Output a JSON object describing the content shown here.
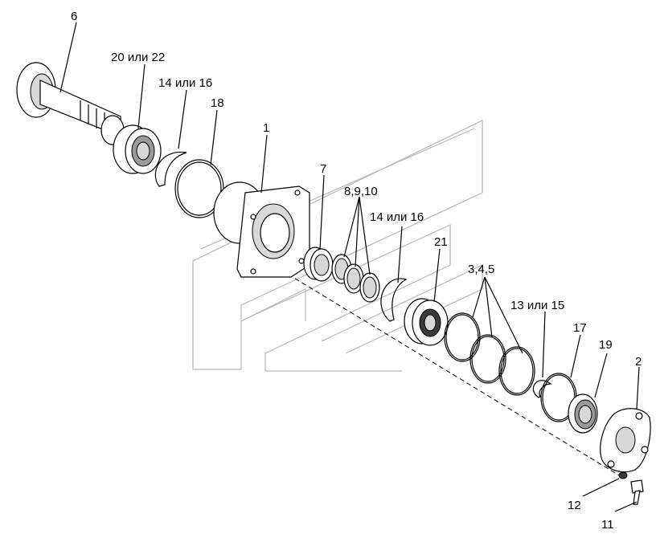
{
  "labels": [
    {
      "id": "6",
      "text": "6"
    },
    {
      "id": "20-22",
      "text": "20 или 22"
    },
    {
      "id": "14-16-a",
      "text": "14 или 16"
    },
    {
      "id": "18",
      "text": "18"
    },
    {
      "id": "1",
      "text": "1"
    },
    {
      "id": "7",
      "text": "7"
    },
    {
      "id": "8-9-10",
      "text": "8,9,10"
    },
    {
      "id": "14-16-b",
      "text": "14 или 16"
    },
    {
      "id": "21",
      "text": "21"
    },
    {
      "id": "3-4-5",
      "text": "3,4,5"
    },
    {
      "id": "13-15",
      "text": "13 или 15"
    },
    {
      "id": "17",
      "text": "17"
    },
    {
      "id": "19",
      "text": "19"
    },
    {
      "id": "2",
      "text": "2"
    },
    {
      "id": "12",
      "text": "12"
    },
    {
      "id": "11",
      "text": "11"
    }
  ],
  "colors": {
    "line": "#000000",
    "watermark": "#b8b8b8",
    "background": "#ffffff"
  }
}
